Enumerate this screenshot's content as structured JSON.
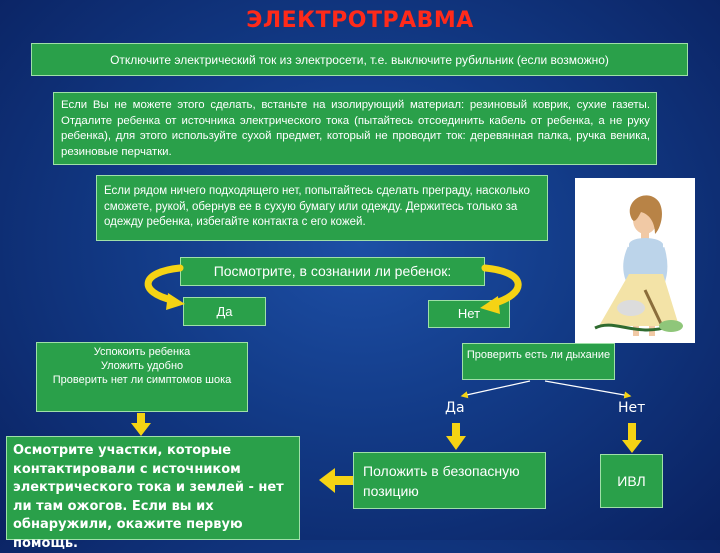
{
  "title": "ЭЛЕКТРОТРАВМА",
  "steps": {
    "step1": "Отключите электрический ток из электросети, т.е. выключите рубильник (если возможно)",
    "step2": "Если Вы не можете этого сделать, встаньте на изолирующий материал: резиновый коврик, сухие газеты. Отдалите ребенка от источника электрического тока (пытайтесь отсоединить кабель от ребенка, а не руку ребенка), для этого используйте сухой предмет, который не проводит ток: деревянная палка, ручка веника, резиновые перчатки.",
    "step3": "Если рядом ничего подходящего нет, попытайтесь сделать преграду, насколько сможете, рукой, обернув ее в сухую бумагу или одежду. Держитесь только за одежду ребенка, избегайте контакта с его кожей.",
    "question": "Посмотрите, в сознании ли ребенок:",
    "yes": "Да",
    "no": "Нет",
    "yes_action": "Успокоить ребенка\nУложить удобно\nПроверить нет ли симптомов шока",
    "no_action": "Проверить есть ли дыхание",
    "burns": "Осмотрите участки, которые контактировали с источником электрического тока и землей - нет ли там ожогов. Если вы их обнаружили, окажите первую помощь.",
    "breath_yes": "Да",
    "breath_no": "Нет",
    "recovery": "Положить в безопасную позицию",
    "cpr": "ИВЛ"
  },
  "colors": {
    "title": "#ff2a1a",
    "box": "#2aa04a",
    "arrow": "#f5d314",
    "background": "#123a86"
  },
  "illustration": "person-with-broom-separating-cable-icon"
}
